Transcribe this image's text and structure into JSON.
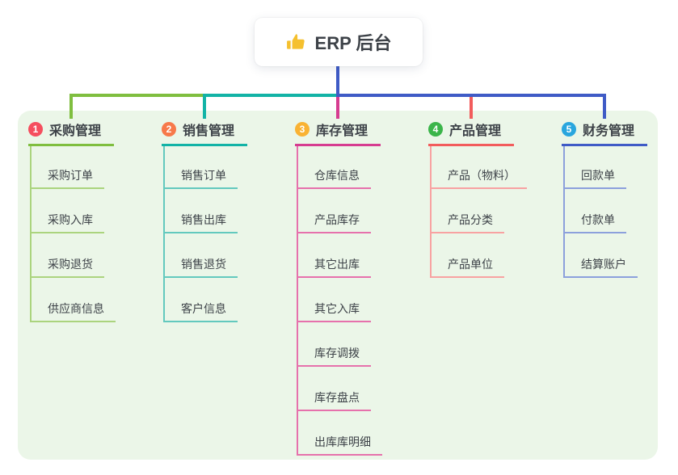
{
  "canvas": {
    "background": "#FFFFFF",
    "panel_background": "#EBF6E8",
    "text_color": "#3D4248"
  },
  "root": {
    "icon": "thumbs-up-icon",
    "icon_color": "#F5C02E",
    "label": "ERP 后台",
    "stem_color": "#3F5BC6"
  },
  "branches": [
    {
      "number": "1",
      "label": "采购管理",
      "badge_color": "#F54E5E",
      "line_color": "#7FBE3F",
      "child_line_color": "#ABD47E",
      "children": [
        "采购订单",
        "采购入库",
        "采购退货",
        "供应商信息"
      ]
    },
    {
      "number": "2",
      "label": "销售管理",
      "badge_color": "#F7794A",
      "line_color": "#12B3A6",
      "child_line_color": "#63C9BE",
      "children": [
        "销售订单",
        "销售出库",
        "销售退货",
        "客户信息"
      ]
    },
    {
      "number": "3",
      "label": "库存管理",
      "badge_color": "#F9B233",
      "line_color": "#D63C90",
      "child_line_color": "#E671AC",
      "children": [
        "仓库信息",
        "产品库存",
        "其它出库",
        "其它入库",
        "库存调拨",
        "库存盘点",
        "出库库明细"
      ]
    },
    {
      "number": "4",
      "label": "产品管理",
      "badge_color": "#3BB54A",
      "line_color": "#F25C5C",
      "child_line_color": "#F8A2A2",
      "children": [
        "产品（物料）",
        "产品分类",
        "产品单位"
      ]
    },
    {
      "number": "5",
      "label": "财务管理",
      "badge_color": "#29A6DE",
      "line_color": "#3F5BC6",
      "child_line_color": "#8CA0DC",
      "children": [
        "回款单",
        "付款单",
        "结算账户"
      ]
    }
  ]
}
